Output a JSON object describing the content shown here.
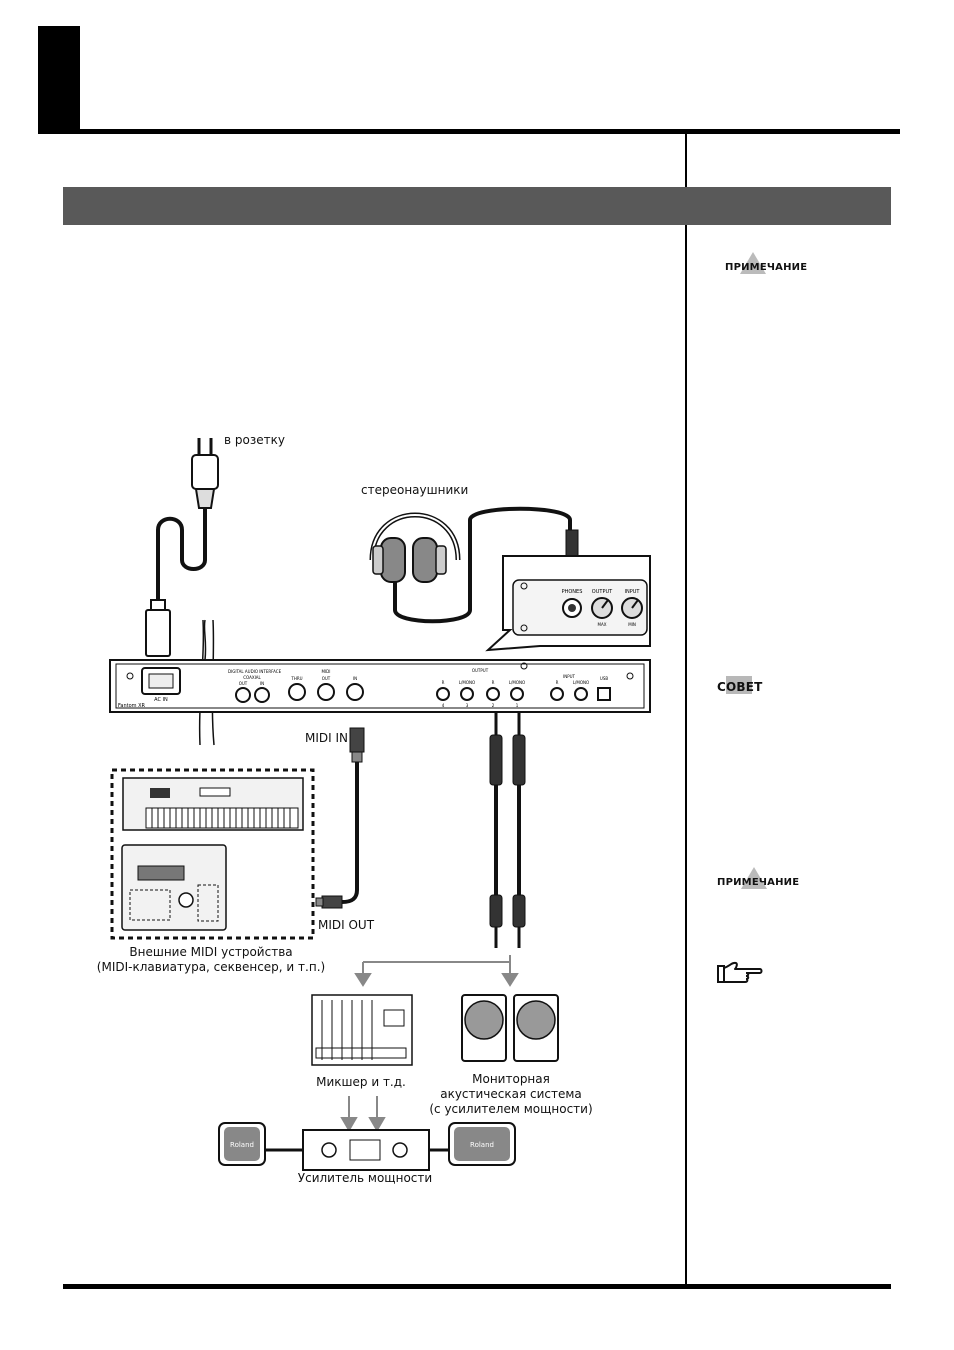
{
  "diagram": {
    "labels": {
      "outlet": "в розетку",
      "headphones": "стереонаушники",
      "midi_in": "MIDI IN",
      "midi_out": "MIDI OUT",
      "external_midi_line1": "Внешние MIDI устройства",
      "external_midi_line2": "(MIDI-клавиатура, секвенсер, и т.п.)",
      "mixer": "Микшер и т.д.",
      "monitor_line1": "Мониторная",
      "monitor_line2": "акустическая система",
      "monitor_line3": "(с усилителем мощности)",
      "amplifier": "Усилитель мощности"
    },
    "panel": {
      "ac_in": "AC IN",
      "model": "Fantom XR",
      "digital_audio_interface": "DIGITAL AUDIO INTERFACE",
      "coaxial": "COAXIAL",
      "out": "OUT",
      "in": "IN",
      "midi": "MIDI",
      "thru": "THRU",
      "output": "OUTPUT",
      "r": "R",
      "l_mono": "L/MONO",
      "input": "INPUT",
      "usb": "USB",
      "n4": "4",
      "n3": "3",
      "n2": "2",
      "n1": "1"
    },
    "inset": {
      "phones": "PHONES",
      "output": "OUTPUT",
      "input": "INPUT",
      "min": "MIN",
      "max": "MAX"
    },
    "speaker_brand": "Roland"
  },
  "sidebar": {
    "note1": "ПРИМЕЧАНИЕ",
    "tip": "СОВЕТ",
    "note2": "ПРИМЕЧАНИЕ"
  }
}
